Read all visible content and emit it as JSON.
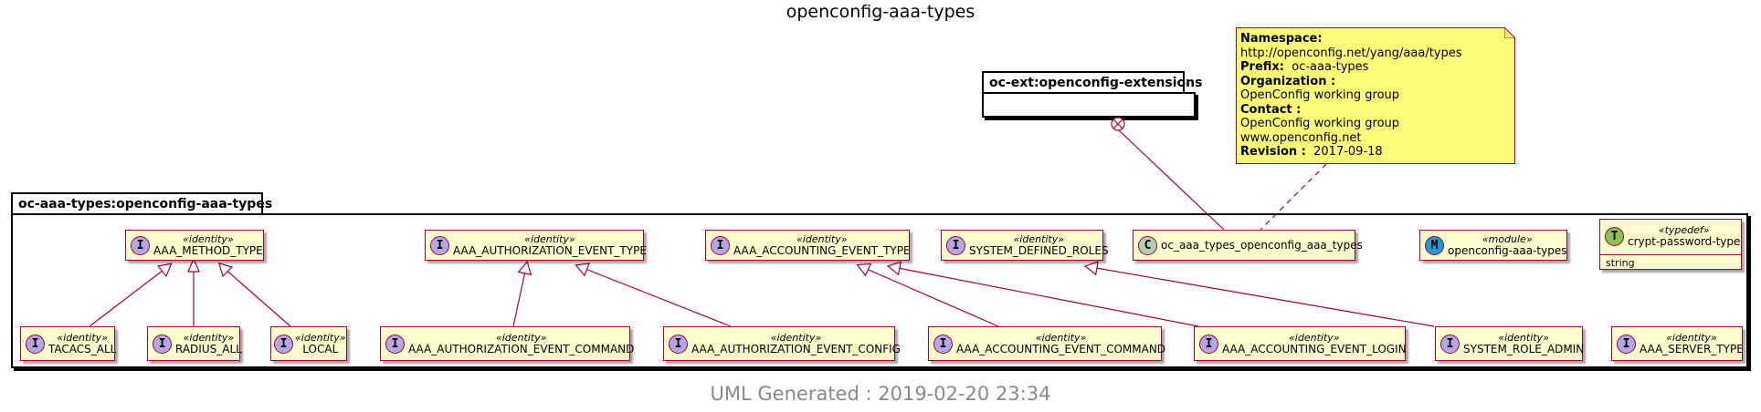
{
  "diagram": {
    "title": "openconfig-aaa-types",
    "footer": "UML Generated : 2019-02-20 23:34",
    "colors": {
      "node_fill": "#fefece",
      "node_border": "#a80036",
      "note_fill": "#fbfb77",
      "identity_badge": "#b4a7e5",
      "class_badge": "#add1b2",
      "module_badge": "#1e9bd6",
      "typedef_badge": "#8bc34a",
      "footer_text": "#8a8a8a"
    },
    "packages": {
      "extensions": {
        "label": "oc-ext:openconfig-extensions"
      },
      "main": {
        "label": "oc-aaa-types:openconfig-aaa-types"
      }
    },
    "note": {
      "namespace_label": "Namespace:",
      "namespace_value": "http://openconfig.net/yang/aaa/types",
      "prefix_label": "Prefix:",
      "prefix_value": "oc-aaa-types",
      "organization_label": "Organization :",
      "organization_value": "OpenConfig working group",
      "contact_label": "Contact :",
      "contact_line1": "OpenConfig working group",
      "contact_line2": "www.openconfig.net",
      "revision_label": "Revision :",
      "revision_value": "2017-09-18"
    },
    "nodes": {
      "aaa_method_type": {
        "stereotype": "«identity»",
        "name": "AAA_METHOD_TYPE",
        "badge": "I"
      },
      "aaa_authorization_event_type": {
        "stereotype": "«identity»",
        "name": "AAA_AUTHORIZATION_EVENT_TYPE",
        "badge": "I"
      },
      "aaa_accounting_event_type": {
        "stereotype": "«identity»",
        "name": "AAA_ACCOUNTING_EVENT_TYPE",
        "badge": "I"
      },
      "system_defined_roles": {
        "stereotype": "«identity»",
        "name": "SYSTEM_DEFINED_ROLES",
        "badge": "I"
      },
      "module_class": {
        "name": "oc_aaa_types_openconfig_aaa_types",
        "badge": "C"
      },
      "module": {
        "stereotype": "«module»",
        "name": "openconfig-aaa-types",
        "badge": "M"
      },
      "crypt_password_type": {
        "stereotype": "«typedef»",
        "name": "crypt-password-type",
        "badge": "T",
        "attribute": "string"
      },
      "tacacs_all": {
        "stereotype": "«identity»",
        "name": "TACACS_ALL",
        "badge": "I"
      },
      "radius_all": {
        "stereotype": "«identity»",
        "name": "RADIUS_ALL",
        "badge": "I"
      },
      "local": {
        "stereotype": "«identity»",
        "name": "LOCAL",
        "badge": "I"
      },
      "aaa_authorization_event_command": {
        "stereotype": "«identity»",
        "name": "AAA_AUTHORIZATION_EVENT_COMMAND",
        "badge": "I"
      },
      "aaa_authorization_event_config": {
        "stereotype": "«identity»",
        "name": "AAA_AUTHORIZATION_EVENT_CONFIG",
        "badge": "I"
      },
      "aaa_accounting_event_command": {
        "stereotype": "«identity»",
        "name": "AAA_ACCOUNTING_EVENT_COMMAND",
        "badge": "I"
      },
      "aaa_accounting_event_login": {
        "stereotype": "«identity»",
        "name": "AAA_ACCOUNTING_EVENT_LOGIN",
        "badge": "I"
      },
      "system_role_admin": {
        "stereotype": "«identity»",
        "name": "SYSTEM_ROLE_ADMIN",
        "badge": "I"
      },
      "aaa_server_type": {
        "stereotype": "«identity»",
        "name": "AAA_SERVER_TYPE",
        "badge": "I"
      }
    }
  }
}
